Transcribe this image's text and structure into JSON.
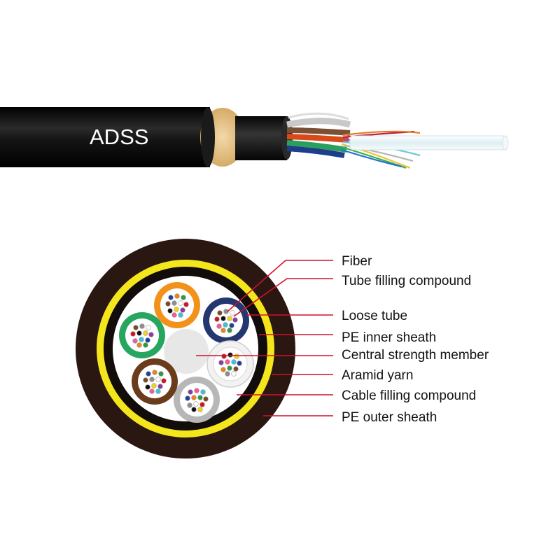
{
  "cable": {
    "label": "ADSS",
    "colors": {
      "jacket": "#0b0b0b",
      "aramid": "#e6c48a",
      "fiber_end": "#eef6f8"
    }
  },
  "cross_section": {
    "colors": {
      "outer_sheath": "#2a1712",
      "yellow_band": "#f4e61c",
      "inner_sheath": "#120c0b",
      "filling": "#ffffff",
      "central_member": "#e7e7e7",
      "leader_line": "#d0102c"
    },
    "tubes": [
      {
        "color": "#f2921a"
      },
      {
        "color": "#24376e"
      },
      {
        "color": "#f2f2f2"
      },
      {
        "color": "#b7b7b7"
      },
      {
        "color": "#6a3c1c"
      },
      {
        "color": "#27a660"
      }
    ],
    "fiber_colors": [
      "#1f3fa0",
      "#e8861a",
      "#2d9a46",
      "#7a4a24",
      "#8e8e8e",
      "#ffffff",
      "#d7141c",
      "#111111",
      "#f1d417",
      "#8a3aa8",
      "#f25a9b",
      "#3bc3d6"
    ]
  },
  "labels": [
    {
      "name": "fiber",
      "text": "Fiber"
    },
    {
      "name": "tube-filling-compound",
      "text": "Tube filling compound"
    },
    {
      "name": "loose-tube",
      "text": "Loose tube"
    },
    {
      "name": "pe-inner-sheath",
      "text": "PE inner sheath"
    },
    {
      "name": "central-strength-member",
      "text": "Central strength member"
    },
    {
      "name": "aramid-yarn",
      "text": "Aramid yarn"
    },
    {
      "name": "cable-filling-compound",
      "text": "Cable filling compound"
    },
    {
      "name": "pe-outer-sheath",
      "text": "PE outer sheath"
    }
  ]
}
